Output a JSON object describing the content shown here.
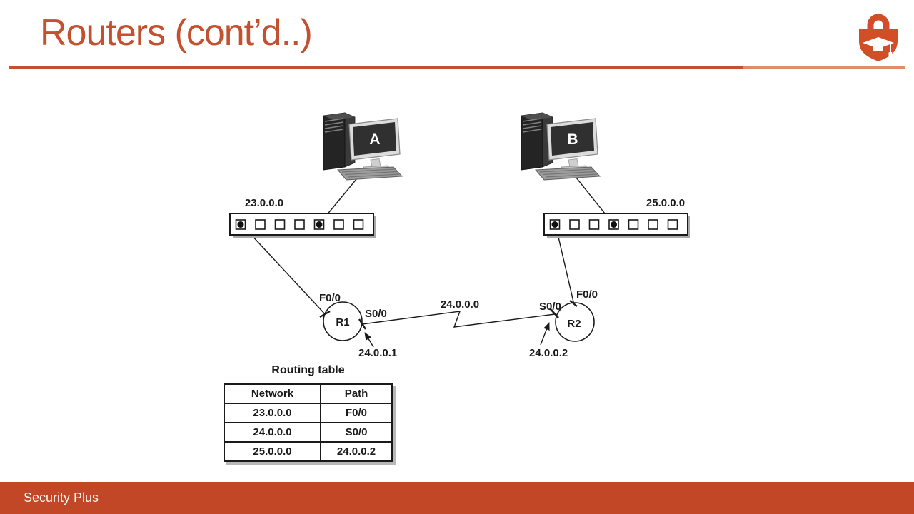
{
  "slide": {
    "title": "Routers (cont’d..)",
    "footer": "Security Plus"
  },
  "colors": {
    "accent": "#C3502F",
    "accent_light": "#DE8E6B",
    "footer_bar": "#C14726",
    "logo": "#D24E27",
    "diagram_ink": "#1a1a1a"
  },
  "diagram": {
    "computers": [
      {
        "label": "A"
      },
      {
        "label": "B"
      }
    ],
    "networks": {
      "left": "23.0.0.0",
      "right": "25.0.0.0",
      "serial": "24.0.0.0"
    },
    "routers": [
      {
        "name": "R1",
        "fast_if": "F0/0",
        "serial_if": "S0/0",
        "serial_ip": "24.0.0.1"
      },
      {
        "name": "R2",
        "fast_if": "F0/0",
        "serial_if": "S0/0",
        "serial_ip": "24.0.0.2"
      }
    ],
    "routing_table": {
      "title": "Routing table",
      "columns": [
        "Network",
        "Path"
      ],
      "rows": [
        {
          "network": "23.0.0.0",
          "path": "F0/0"
        },
        {
          "network": "24.0.0.0",
          "path": "S0/0"
        },
        {
          "network": "25.0.0.0",
          "path": "24.0.0.2"
        }
      ]
    }
  }
}
